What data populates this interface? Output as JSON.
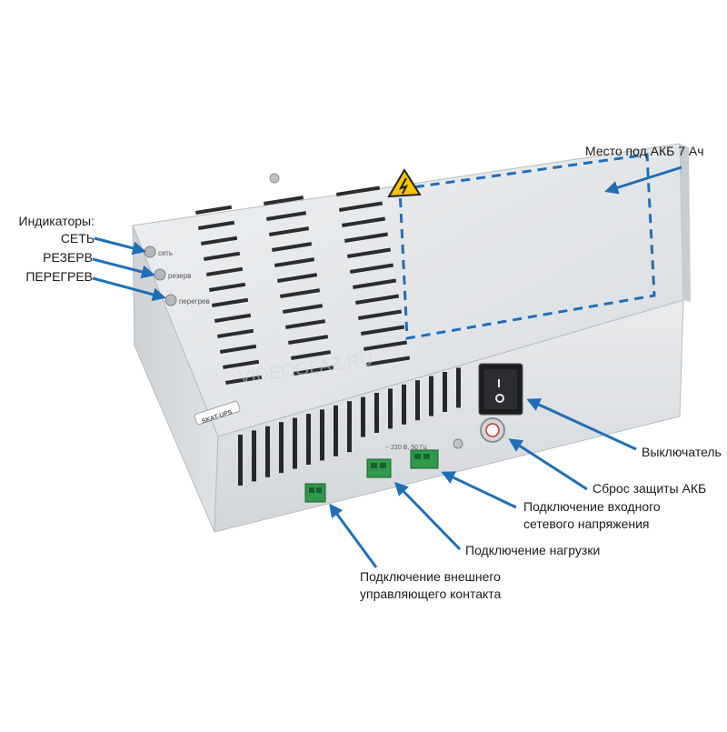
{
  "indicators": {
    "heading": "Индикаторы:",
    "items": [
      "СЕТЬ",
      "РЕЗЕРВ",
      "ПЕРЕГРЕВ"
    ],
    "panel_labels": [
      "сеть",
      "резерв",
      "перегрев"
    ]
  },
  "callouts": {
    "battery": "Место под АКБ 7 Ач",
    "switch": "Выключатель",
    "reset": "Сброс защиты АКБ",
    "mains_line1": "Подключение входного",
    "mains_line2": "сетевого напряжения",
    "load": "Подключение нагрузки",
    "external_line1": "Подключение внешнего",
    "external_line2": "управляющего контакта"
  },
  "device": {
    "brand": "SKAT-UPS",
    "voltage_marking": "~ 220 В, 50 Гц",
    "watermark": "VIDEOGLAZ.RU"
  },
  "colors": {
    "callout_arrow": "#1f6fb8",
    "battery_outline": "#1f6fb8",
    "case": "#e6e8ea",
    "connector": "#2e9a4a",
    "warning": "#f5c400"
  }
}
